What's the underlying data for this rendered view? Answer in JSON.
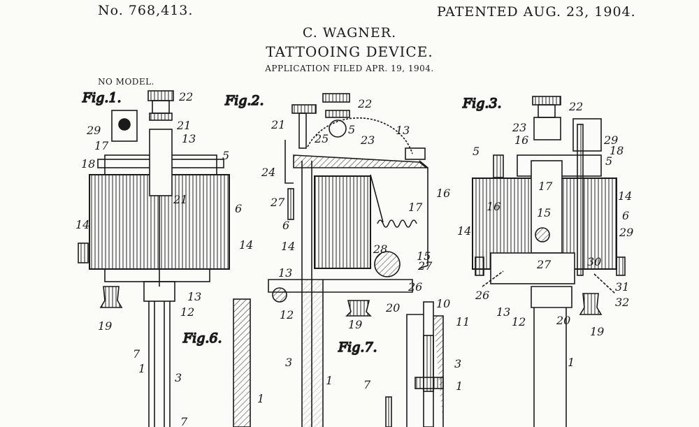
{
  "header": {
    "patent_number": "No. 768,413.",
    "patent_date": "PATENTED AUG. 23, 1904.",
    "inventor": "C. WAGNER.",
    "title": "TATTOOING DEVICE.",
    "filed": "APPLICATION FILED APR. 19, 1904.",
    "model_note": "NO MODEL."
  },
  "figures": {
    "fig1": "Fig.1.",
    "fig2": "Fig.2.",
    "fig3": "Fig.3.",
    "fig6": "Fig.6.",
    "fig7": "Fig.7."
  },
  "labels": {
    "fig1": [
      "22",
      "21",
      "29",
      "13",
      "17",
      "5",
      "18",
      "21",
      "6",
      "14",
      "14",
      "13",
      "12",
      "19",
      "7",
      "1",
      "3",
      "7"
    ],
    "fig2": [
      "22",
      "21",
      "5",
      "23",
      "13",
      "25",
      "24",
      "16",
      "27",
      "17",
      "6",
      "15",
      "14",
      "28",
      "27",
      "13",
      "26",
      "12",
      "20",
      "19",
      "3",
      "1",
      "10",
      "11",
      "3",
      "1",
      "7",
      "1"
    ],
    "fig3": [
      "22",
      "23",
      "29",
      "16",
      "18",
      "5",
      "5",
      "17",
      "14",
      "16",
      "15",
      "6",
      "29",
      "14",
      "27",
      "30",
      "26",
      "31",
      "13",
      "32",
      "12",
      "20",
      "19",
      "1"
    ]
  }
}
